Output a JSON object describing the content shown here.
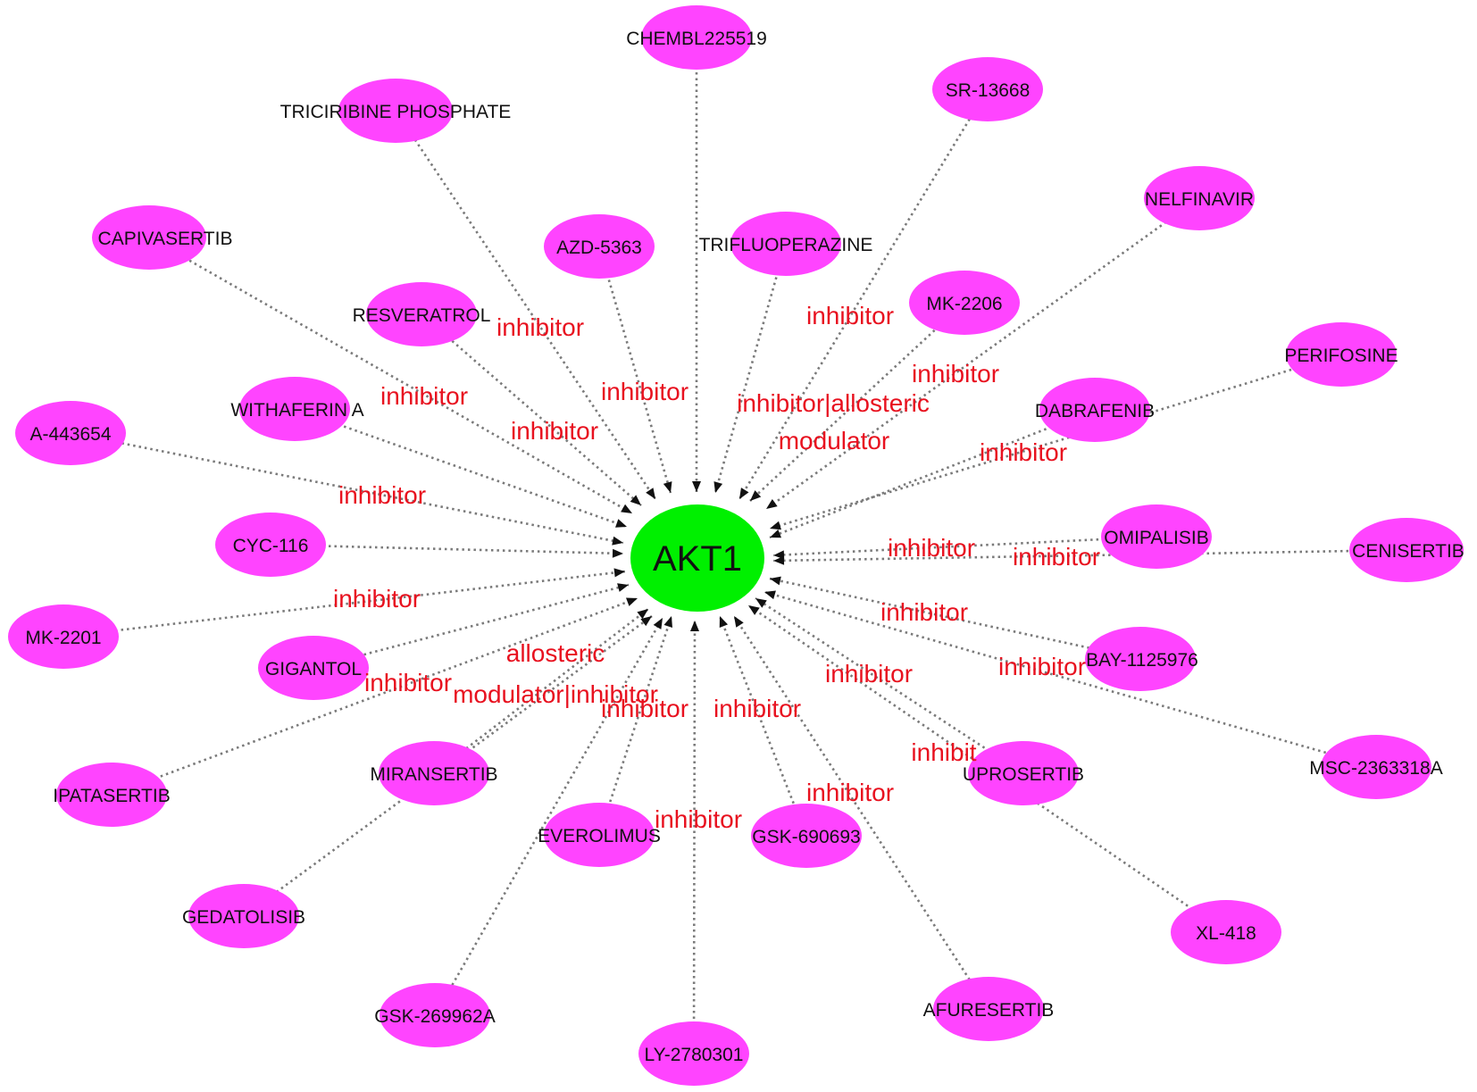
{
  "colors": {
    "center": "#00f000",
    "drug": "#ff44ff",
    "label": "#e8111f",
    "edge": "#7a7a7a"
  },
  "center": {
    "id": "akt1",
    "label": "AKT1"
  },
  "drugs": [
    {
      "id": "chembl225519",
      "label": "CHEMBL225519"
    },
    {
      "id": "triciribine",
      "label": "TRICIRIBINE PHOSPHATE"
    },
    {
      "id": "sr13668",
      "label": "SR-13668"
    },
    {
      "id": "nelfinavir",
      "label": "NELFINAVIR"
    },
    {
      "id": "capivasertib",
      "label": "CAPIVASERTIB"
    },
    {
      "id": "azd5363",
      "label": "AZD-5363"
    },
    {
      "id": "trifluoperazine",
      "label": "TRIFLUOPERAZINE"
    },
    {
      "id": "mk2206",
      "label": "MK-2206"
    },
    {
      "id": "resveratrol",
      "label": "RESVERATROL"
    },
    {
      "id": "perifosine",
      "label": "PERIFOSINE"
    },
    {
      "id": "dabrafenib",
      "label": "DABRAFENIB"
    },
    {
      "id": "withaferin",
      "label": "WITHAFERIN A"
    },
    {
      "id": "a443654",
      "label": "A-443654"
    },
    {
      "id": "cyc116",
      "label": "CYC-116"
    },
    {
      "id": "omipalisib",
      "label": "OMIPALISIB"
    },
    {
      "id": "cenisertib",
      "label": "CENISERTIB"
    },
    {
      "id": "mk2201",
      "label": "MK-2201"
    },
    {
      "id": "gigantol",
      "label": "GIGANTOL"
    },
    {
      "id": "bay1125976",
      "label": "BAY-1125976"
    },
    {
      "id": "msc2363318a",
      "label": "MSC-2363318A"
    },
    {
      "id": "ipatasertib",
      "label": "IPATASERTIB"
    },
    {
      "id": "miransertib",
      "label": "MIRANSERTIB"
    },
    {
      "id": "uprosertib",
      "label": "UPROSERTIB"
    },
    {
      "id": "everolimus",
      "label": "EVEROLIMUS"
    },
    {
      "id": "gsk690693",
      "label": "GSK-690693"
    },
    {
      "id": "gedatolisib",
      "label": "GEDATOLISIB"
    },
    {
      "id": "xl418",
      "label": "XL-418"
    },
    {
      "id": "gsk269962a",
      "label": "GSK-269962A"
    },
    {
      "id": "afuresertib",
      "label": "AFURESERTIB"
    },
    {
      "id": "ly2780301",
      "label": "LY-2780301"
    }
  ],
  "interaction_labels": [
    {
      "id": "rel-resveratrol",
      "text": "inhibitor"
    },
    {
      "id": "rel-trifluoperazine",
      "text": "inhibitor"
    },
    {
      "id": "rel-mk2206",
      "text": "inhibitor"
    },
    {
      "id": "rel-capivasertib",
      "text": "inhibitor"
    },
    {
      "id": "rel-azd5363",
      "text": "inhibitor"
    },
    {
      "id": "rel-mk2206-b",
      "text": "inhibitor|allosteric"
    },
    {
      "id": "rel-withaferin",
      "text": "inhibitor"
    },
    {
      "id": "rel-mk2206-c",
      "text": "modulator"
    },
    {
      "id": "rel-dabrafenib",
      "text": "inhibitor"
    },
    {
      "id": "rel-a443654",
      "text": "inhibitor"
    },
    {
      "id": "rel-omipalisib",
      "text": "inhibitor"
    },
    {
      "id": "rel-cenisertib",
      "text": "inhibitor"
    },
    {
      "id": "rel-mk2201",
      "text": "inhibitor"
    },
    {
      "id": "rel-bay1125976",
      "text": "inhibitor"
    },
    {
      "id": "rel-gigantol",
      "text": "allosteric"
    },
    {
      "id": "rel-msc2363318a",
      "text": "inhibitor"
    },
    {
      "id": "rel-bay1125976-b",
      "text": "inhibitor"
    },
    {
      "id": "rel-ipatasertib",
      "text": "inhibitor"
    },
    {
      "id": "rel-gigantol-b",
      "text": "modulator|inhibitor"
    },
    {
      "id": "rel-everolimus",
      "text": "inhibitor"
    },
    {
      "id": "rel-gsk690693",
      "text": "inhibitor"
    },
    {
      "id": "rel-uprosertib",
      "text": "inhibit"
    },
    {
      "id": "rel-afuresertib",
      "text": "inhibitor"
    },
    {
      "id": "rel-ly2780301",
      "text": "inhibitor"
    }
  ]
}
